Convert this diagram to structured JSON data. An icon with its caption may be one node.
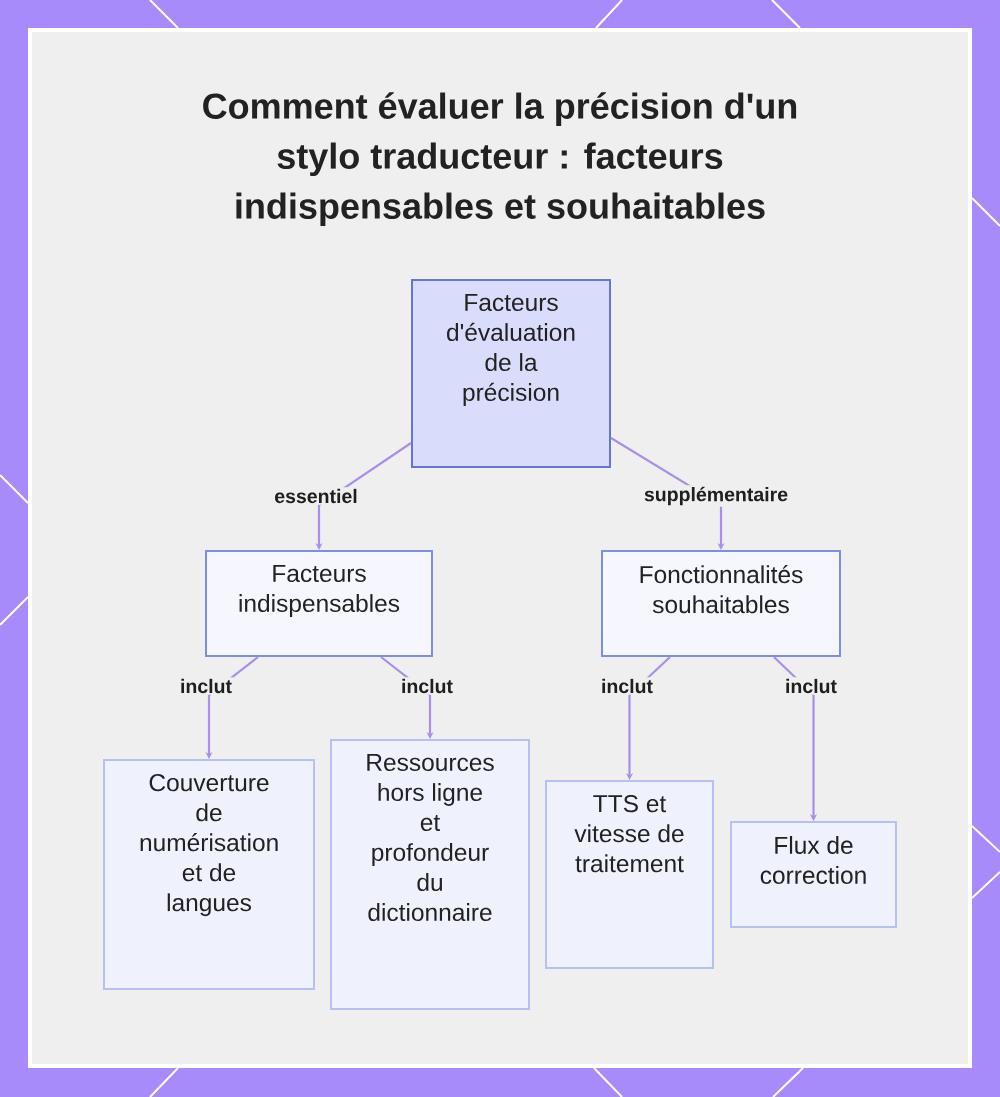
{
  "diagram": {
    "title": "Comment évaluer la précision d'un stylo traducteur : facteurs indispensables et souhaitables",
    "nodes": [
      {
        "text": [
          "Facteurs d'évaluation de la précision"
        ]
      },
      {
        "text": [
          "Facteurs indispensables"
        ]
      },
      {
        "text": [
          "Fonctionnalités souhaitables"
        ]
      },
      {
        "text": [
          "Couverture de numérisation et de langues"
        ]
      },
      {
        "text": [
          "Ressources hors ligne et profondeur du dictionnaire"
        ]
      },
      {
        "text": [
          "TTS et vitesse de traitement"
        ]
      },
      {
        "text": [
          "Flux de correction"
        ]
      }
    ],
    "edges": [
      {
        "from": 0,
        "to": 1,
        "arrow": "to",
        "label": "essentiel"
      },
      {
        "from": 0,
        "to": 2,
        "arrow": "to",
        "label": "supplémentaire"
      },
      {
        "from": 1,
        "to": 3,
        "arrow": "to",
        "label": "inclut"
      },
      {
        "from": 1,
        "to": 4,
        "arrow": "to",
        "label": "inclut"
      },
      {
        "from": 2,
        "to": 5,
        "arrow": "to",
        "label": "inclut"
      },
      {
        "from": 2,
        "to": 6,
        "arrow": "to",
        "label": "inclut"
      }
    ]
  }
}
